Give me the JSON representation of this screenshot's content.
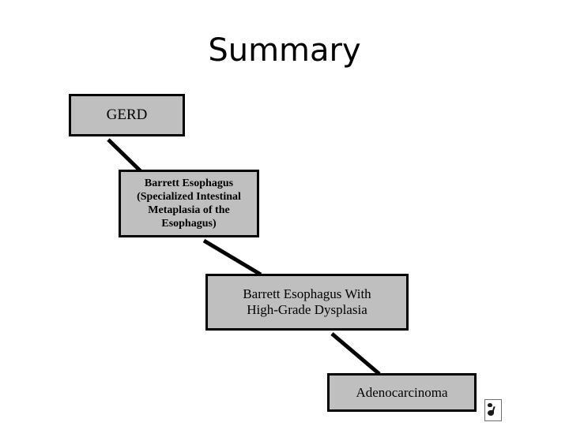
{
  "slide": {
    "title": "Summary",
    "background_color": "#ffffff",
    "box_fill_color": "#bfbfbf",
    "box_border_color": "#000000",
    "connector_color": "#000000",
    "text_color": "#000000"
  },
  "flow": {
    "nodes": [
      {
        "id": "gerd",
        "label": "GERD",
        "order": 1
      },
      {
        "id": "barrett",
        "label": "Barrett Esophagus\n(Specialized Intestinal\nMetaplasia of the\nEsophagus)",
        "order": 2
      },
      {
        "id": "high-grade-dysplasia",
        "label": "Barrett Esophagus With\nHigh-Grade Dysplasia",
        "order": 3
      },
      {
        "id": "adenocarcinoma",
        "label": "Adenocarcinoma",
        "order": 4
      }
    ],
    "connectors": [
      {
        "from": "gerd",
        "to": "barrett"
      },
      {
        "from": "barrett",
        "to": "high-grade-dysplasia"
      },
      {
        "from": "high-grade-dysplasia",
        "to": "adenocarcinoma"
      }
    ]
  },
  "artifacts": {
    "broken_image_placeholder": "broken-image-icon"
  }
}
